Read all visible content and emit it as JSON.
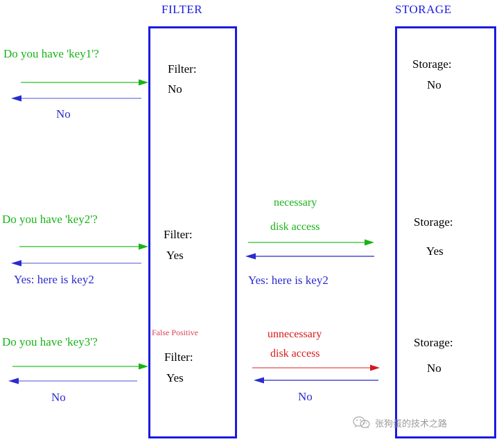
{
  "diagram": {
    "title_filter": "FILTER",
    "title_storage": "STORAGE",
    "columns": [
      {
        "name": "client",
        "label": ""
      },
      {
        "name": "filter",
        "label": "FILTER"
      },
      {
        "name": "storage",
        "label": "STORAGE"
      }
    ]
  },
  "scenarios": [
    {
      "id": "key1",
      "request_label": "Do you have 'key1'?",
      "response_label": "No",
      "filter_title": "Filter:",
      "filter_value": "No",
      "storage_title": "Storage:",
      "storage_value": "No",
      "disk_access_line1": "",
      "disk_access_line2": "",
      "disk_request_label": "",
      "disk_response_label": "",
      "annotation": "",
      "has_disk_access": false
    },
    {
      "id": "key2",
      "request_label": "Do you have 'key2'?",
      "response_label": "Yes: here is key2",
      "filter_title": "Filter:",
      "filter_value": "Yes",
      "storage_title": "Storage:",
      "storage_value": "Yes",
      "disk_access_line1": "necessary",
      "disk_access_line2": "disk access",
      "disk_response_label": "Yes: here is key2",
      "annotation": "",
      "has_disk_access": true,
      "disk_access_kind": "necessary"
    },
    {
      "id": "key3",
      "request_label": "Do you have 'key3'?",
      "response_label": "No",
      "filter_title": "Filter:",
      "filter_value": "Yes",
      "storage_title": "Storage:",
      "storage_value": "No",
      "disk_access_line1": "unnecessary",
      "disk_access_line2": "disk access",
      "disk_response_label": "No",
      "annotation": "False Positive",
      "has_disk_access": true,
      "disk_access_kind": "unnecessary"
    }
  ],
  "colors": {
    "request_green": "#17b317",
    "response_blue": "#2b2bcf",
    "box_blue": "#1a1ae0",
    "error_red": "#d81818",
    "false_positive_red": "#d9415a",
    "node_text": "#000000",
    "watermark_gray": "#9a9a9a"
  },
  "watermark": {
    "text": "张狗蛋的技术之路",
    "icon": "wechat-icon"
  }
}
